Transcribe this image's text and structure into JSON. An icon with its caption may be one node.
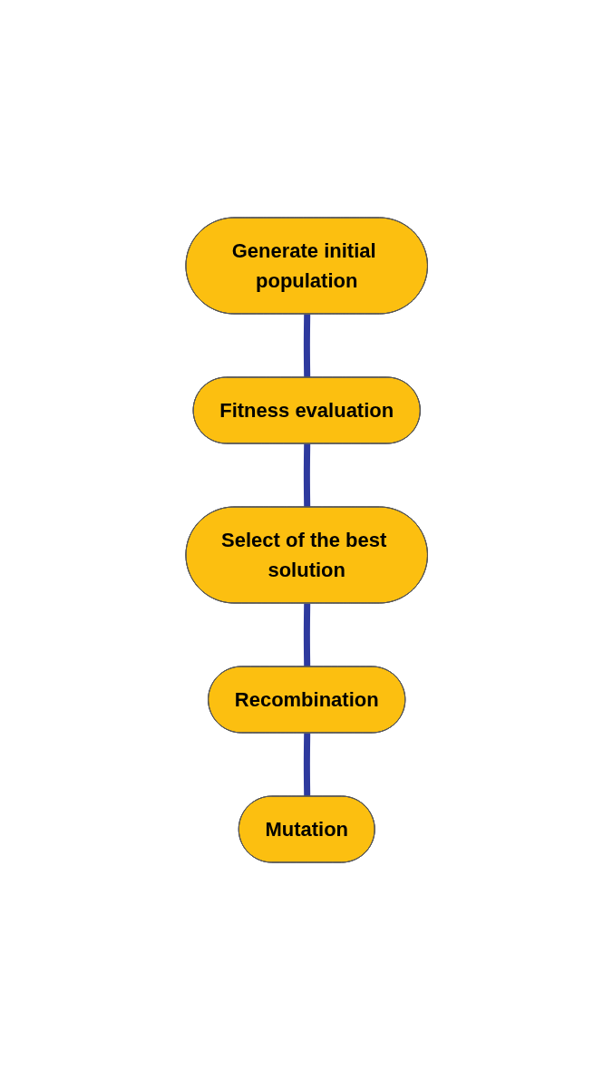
{
  "diagram": {
    "nodes": [
      {
        "text": [
          "Generate initial population"
        ]
      },
      {
        "text": [
          "Fitness evaluation"
        ]
      },
      {
        "text": [
          "Select of the best solution"
        ]
      },
      {
        "text": [
          "Recombination"
        ]
      },
      {
        "text": [
          "Mutation"
        ]
      }
    ],
    "edges": [
      {
        "from": 0,
        "to": 1,
        "arrow": "none"
      },
      {
        "from": 1,
        "to": 2,
        "arrow": "none"
      },
      {
        "from": 2,
        "to": 3,
        "arrow": "none"
      },
      {
        "from": 3,
        "to": 4,
        "arrow": "none"
      }
    ]
  }
}
